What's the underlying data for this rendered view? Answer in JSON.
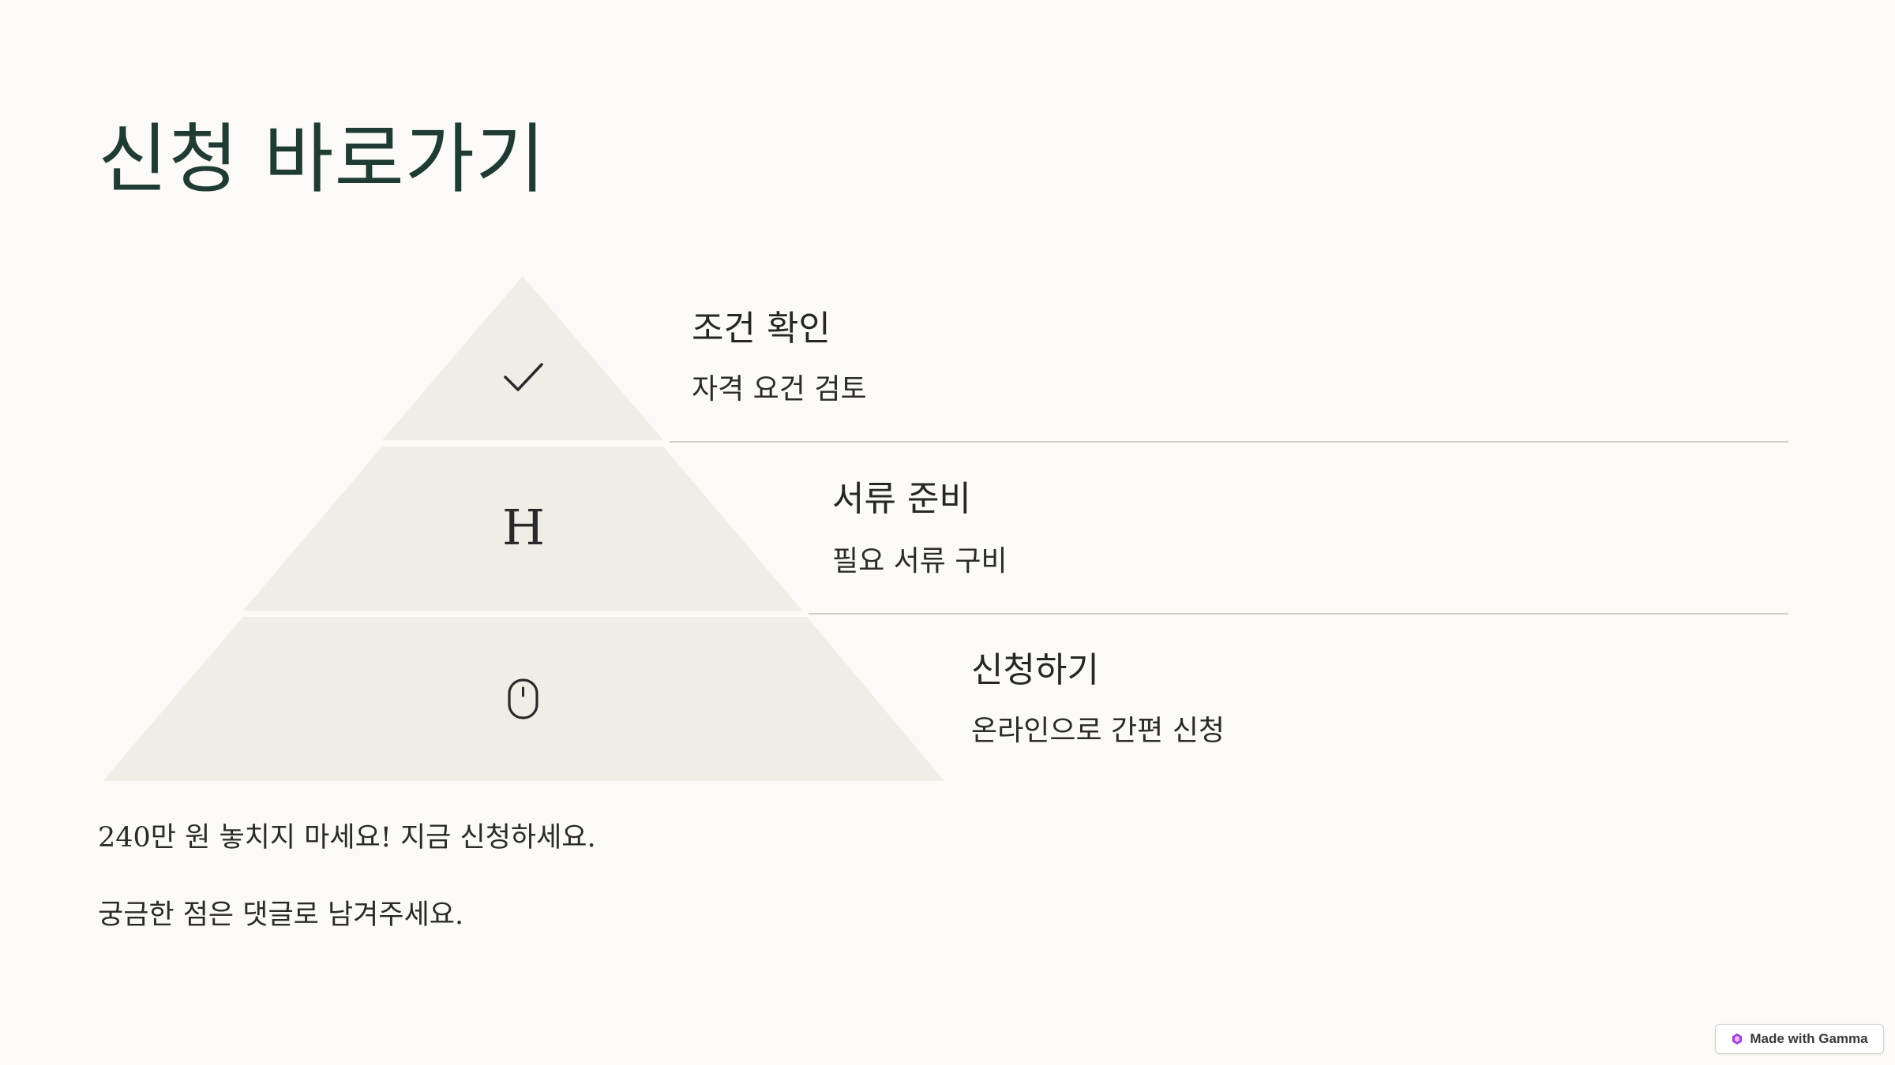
{
  "page": {
    "title": "신청 바로가기",
    "background_color": "#fbfaf6",
    "title_color": "#1f3b33"
  },
  "pyramid": {
    "fill_color": "#efede6",
    "divider_color": "#cfcdc8",
    "levels": [
      {
        "icon": "checkmark-icon",
        "icon_text": "",
        "title": "조건 확인",
        "description": "자격 요건 검토"
      },
      {
        "icon": "letter-h-icon",
        "icon_text": "H",
        "title": "서류 준비",
        "description": "필요 서류 구비"
      },
      {
        "icon": "mouse-icon",
        "icon_text": "",
        "title": "신청하기",
        "description": "온라인으로 간편 신청"
      }
    ]
  },
  "footer": {
    "line1": "240만 원 놓치지 마세요! 지금 신청하세요.",
    "line2": "궁금한 점은 댓글로 남겨주세요."
  },
  "badge": {
    "label": "Made with Gamma",
    "icon": "gamma-logo-icon",
    "logo_color": "#9b3fdb"
  }
}
